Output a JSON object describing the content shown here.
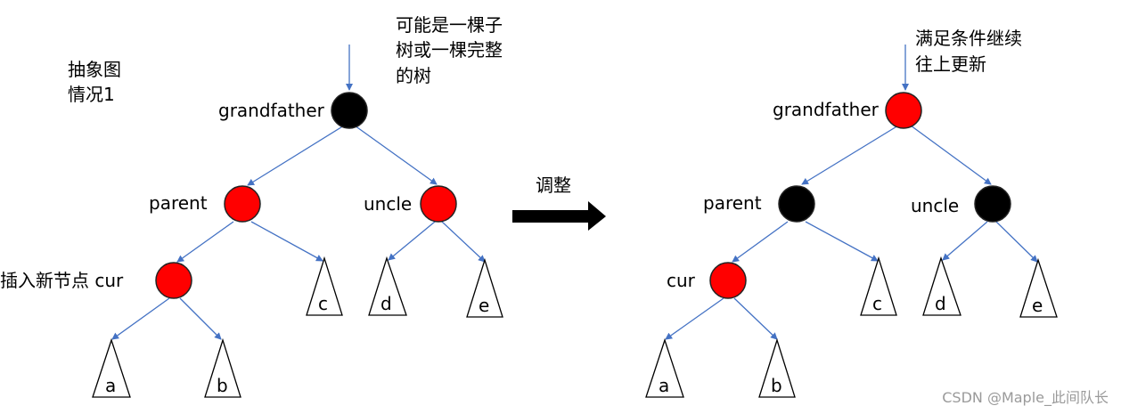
{
  "colors": {
    "red": "#ff0000",
    "black": "#000000",
    "edge": "#4472c4"
  },
  "left": {
    "caption_line1": "抽象图",
    "caption_line2": "情况1",
    "note_line1": "可能是一棵子",
    "note_line2": "树或一棵完整",
    "note_line3": "的树",
    "grandfather": {
      "label": "grandfather",
      "color": "black"
    },
    "parent": {
      "label": "parent",
      "color": "red"
    },
    "uncle": {
      "label": "uncle",
      "color": "red"
    },
    "cur": {
      "label": "插入新节点 cur",
      "color": "red"
    },
    "subtrees": {
      "a": "a",
      "b": "b",
      "c": "c",
      "d": "d",
      "e": "e"
    }
  },
  "transition": {
    "label": "调整",
    "arrow_icon": "right-arrow-icon"
  },
  "right": {
    "note_line1": "满足条件继续",
    "note_line2": "往上更新",
    "grandfather": {
      "label": "grandfather",
      "color": "red"
    },
    "parent": {
      "label": "parent",
      "color": "black"
    },
    "uncle": {
      "label": "uncle",
      "color": "black"
    },
    "cur": {
      "label": "cur",
      "color": "red"
    },
    "subtrees": {
      "a": "a",
      "b": "b",
      "c": "c",
      "d": "d",
      "e": "e"
    }
  },
  "watermark": "CSDN @Maple_此间队长"
}
